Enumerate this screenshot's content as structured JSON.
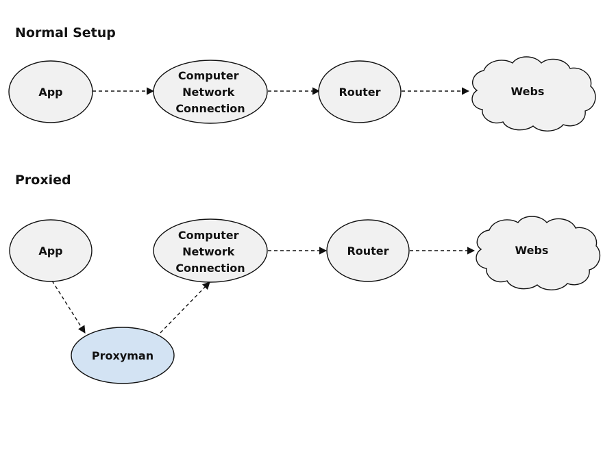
{
  "sections": {
    "normal": {
      "title": "Normal Setup"
    },
    "proxied": {
      "title": "Proxied"
    }
  },
  "normal": {
    "nodes": {
      "app": {
        "label": "App"
      },
      "computer": {
        "label": [
          "Computer",
          "Network",
          "Connection"
        ]
      },
      "router": {
        "label": "Router"
      },
      "webs": {
        "label": "Webs"
      }
    }
  },
  "proxied": {
    "nodes": {
      "app": {
        "label": "App"
      },
      "computer": {
        "label": [
          "Computer",
          "Network",
          "Connection"
        ]
      },
      "router": {
        "label": "Router"
      },
      "webs": {
        "label": "Webs"
      },
      "proxyman": {
        "label": "Proxyman"
      }
    }
  },
  "colors": {
    "node_fill": "#f1f1f1",
    "proxy_fill": "#d3e3f3",
    "stroke": "#111111"
  }
}
